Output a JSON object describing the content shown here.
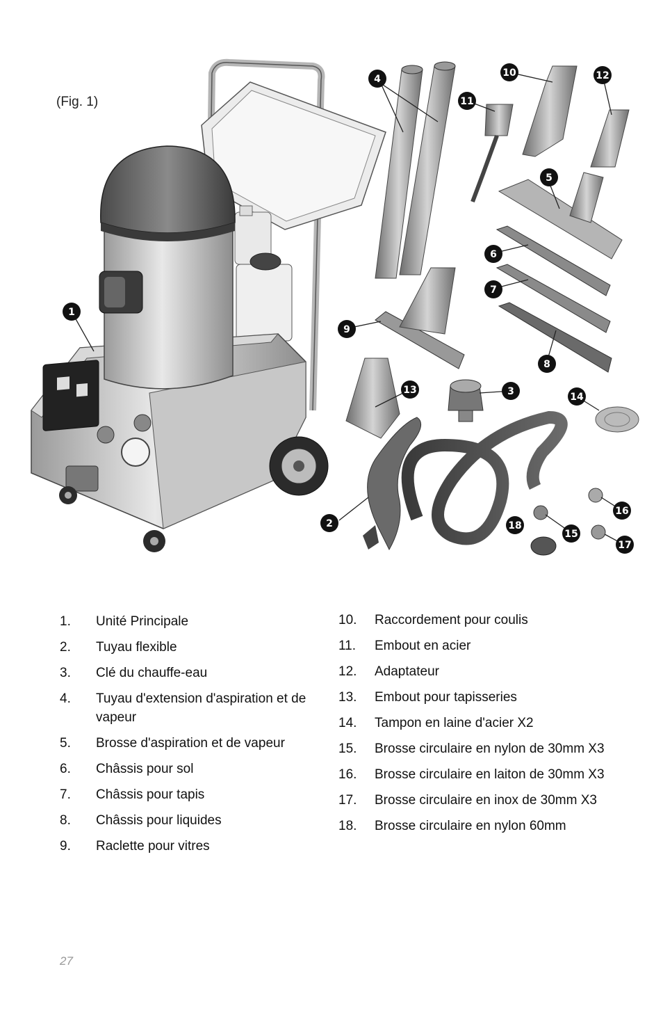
{
  "figure": {
    "label": "(Fig. 1)"
  },
  "callouts": [
    "1",
    "2",
    "3",
    "4",
    "5",
    "6",
    "7",
    "8",
    "9",
    "10",
    "11",
    "12",
    "13",
    "14",
    "15",
    "16",
    "17",
    "18"
  ],
  "parts_left": [
    {
      "num": "1.",
      "text": "Unité Principale"
    },
    {
      "num": "2.",
      "text": "Tuyau flexible"
    },
    {
      "num": "3.",
      "text": "Clé du chauffe-eau"
    },
    {
      "num": "4.",
      "text": "Tuyau d'extension d'aspiration et de vapeur"
    },
    {
      "num": "5.",
      "text": "Brosse d'aspiration et de vapeur"
    },
    {
      "num": "6.",
      "text": "Châssis pour sol"
    },
    {
      "num": "7.",
      "text": "Châssis pour tapis"
    },
    {
      "num": "8.",
      "text": "Châssis pour liquides"
    },
    {
      "num": "9.",
      "text": "Raclette pour vitres"
    }
  ],
  "parts_right": [
    {
      "num": "10.",
      "text": "Raccordement pour coulis"
    },
    {
      "num": "11.",
      "text": "Embout en acier"
    },
    {
      "num": "12.",
      "text": "Adaptateur"
    },
    {
      "num": "13.",
      "text": "Embout pour tapisseries"
    },
    {
      "num": "14.",
      "text": "Tampon en laine d'acier X2"
    },
    {
      "num": "15.",
      "text": "Brosse circulaire en nylon de 30mm X3"
    },
    {
      "num": "16.",
      "text": "Brosse circulaire en laiton de 30mm X3"
    },
    {
      "num": "17.",
      "text": "Brosse circulaire en inox de 30mm X3"
    },
    {
      "num": "18.",
      "text": "Brosse circulaire en nylon 60mm"
    }
  ],
  "page_number": "27"
}
